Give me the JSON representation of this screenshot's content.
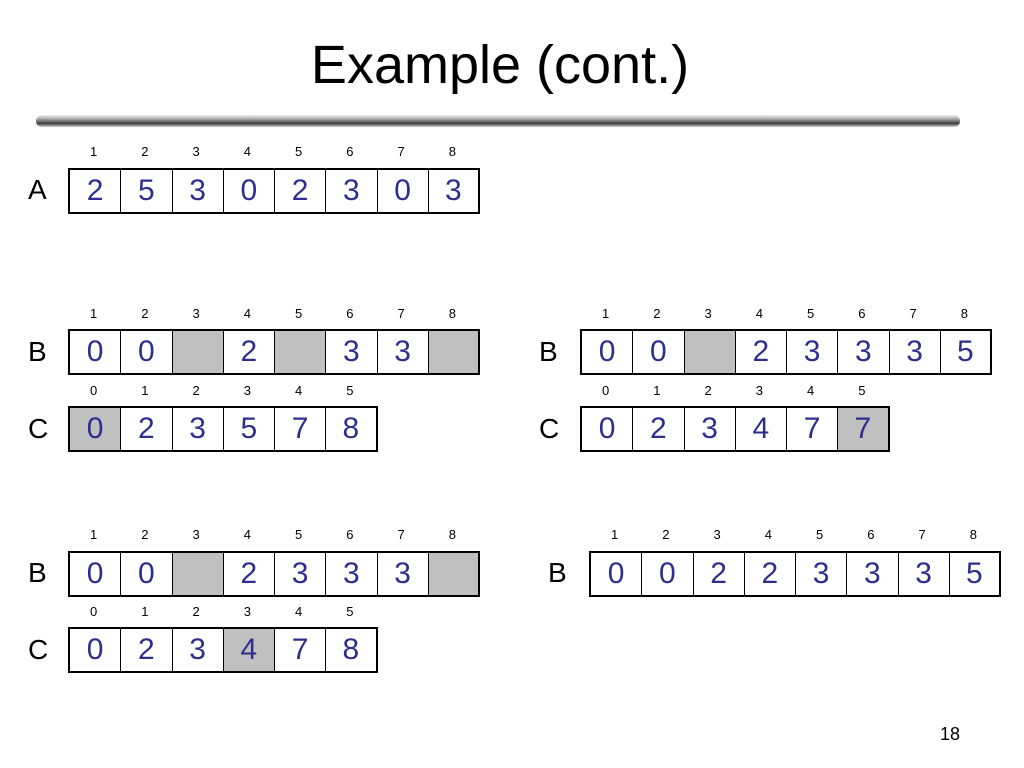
{
  "slide": {
    "title": "Example (cont.)",
    "page_number": "18"
  },
  "arrays": [
    {
      "id": "A1",
      "label": "A",
      "index_labels": [
        "1",
        "2",
        "3",
        "4",
        "5",
        "6",
        "7",
        "8"
      ],
      "cells": [
        {
          "value": "2",
          "shaded": false
        },
        {
          "value": "5",
          "shaded": false
        },
        {
          "value": "3",
          "shaded": false
        },
        {
          "value": "0",
          "shaded": false
        },
        {
          "value": "2",
          "shaded": false
        },
        {
          "value": "3",
          "shaded": false
        },
        {
          "value": "0",
          "shaded": false
        },
        {
          "value": "3",
          "shaded": false
        }
      ]
    },
    {
      "id": "B1",
      "label": "B",
      "index_labels": [
        "1",
        "2",
        "3",
        "4",
        "5",
        "6",
        "7",
        "8"
      ],
      "cells": [
        {
          "value": "0",
          "shaded": false
        },
        {
          "value": "0",
          "shaded": false
        },
        {
          "value": "",
          "shaded": true
        },
        {
          "value": "2",
          "shaded": false
        },
        {
          "value": "",
          "shaded": true
        },
        {
          "value": "3",
          "shaded": false
        },
        {
          "value": "3",
          "shaded": false
        },
        {
          "value": "",
          "shaded": true
        }
      ]
    },
    {
      "id": "C1",
      "label": "C",
      "index_labels": [
        "0",
        "1",
        "2",
        "3",
        "4",
        "5"
      ],
      "cells": [
        {
          "value": "0",
          "shaded": true
        },
        {
          "value": "2",
          "shaded": false
        },
        {
          "value": "3",
          "shaded": false
        },
        {
          "value": "5",
          "shaded": false
        },
        {
          "value": "7",
          "shaded": false
        },
        {
          "value": "8",
          "shaded": false
        }
      ]
    },
    {
      "id": "B2",
      "label": "B",
      "index_labels": [
        "1",
        "2",
        "3",
        "4",
        "5",
        "6",
        "7",
        "8"
      ],
      "cells": [
        {
          "value": "0",
          "shaded": false
        },
        {
          "value": "0",
          "shaded": false
        },
        {
          "value": "",
          "shaded": true
        },
        {
          "value": "2",
          "shaded": false
        },
        {
          "value": "3",
          "shaded": false
        },
        {
          "value": "3",
          "shaded": false
        },
        {
          "value": "3",
          "shaded": false
        },
        {
          "value": "5",
          "shaded": false
        }
      ]
    },
    {
      "id": "C2",
      "label": "C",
      "index_labels": [
        "0",
        "1",
        "2",
        "3",
        "4",
        "5"
      ],
      "cells": [
        {
          "value": "0",
          "shaded": false
        },
        {
          "value": "2",
          "shaded": false
        },
        {
          "value": "3",
          "shaded": false
        },
        {
          "value": "4",
          "shaded": false
        },
        {
          "value": "7",
          "shaded": false
        },
        {
          "value": "7",
          "shaded": true
        }
      ]
    },
    {
      "id": "B3",
      "label": "B",
      "index_labels": [
        "1",
        "2",
        "3",
        "4",
        "5",
        "6",
        "7",
        "8"
      ],
      "cells": [
        {
          "value": "0",
          "shaded": false
        },
        {
          "value": "0",
          "shaded": false
        },
        {
          "value": "",
          "shaded": true
        },
        {
          "value": "2",
          "shaded": false
        },
        {
          "value": "3",
          "shaded": false
        },
        {
          "value": "3",
          "shaded": false
        },
        {
          "value": "3",
          "shaded": false
        },
        {
          "value": "",
          "shaded": true
        }
      ]
    },
    {
      "id": "C3",
      "label": "C",
      "index_labels": [
        "0",
        "1",
        "2",
        "3",
        "4",
        "5"
      ],
      "cells": [
        {
          "value": "0",
          "shaded": false
        },
        {
          "value": "2",
          "shaded": false
        },
        {
          "value": "3",
          "shaded": false
        },
        {
          "value": "4",
          "shaded": true
        },
        {
          "value": "7",
          "shaded": false
        },
        {
          "value": "8",
          "shaded": false
        }
      ]
    },
    {
      "id": "B4",
      "label": "B",
      "index_labels": [
        "1",
        "2",
        "3",
        "4",
        "5",
        "6",
        "7",
        "8"
      ],
      "cells": [
        {
          "value": "0",
          "shaded": false
        },
        {
          "value": "0",
          "shaded": false
        },
        {
          "value": "2",
          "shaded": false
        },
        {
          "value": "2",
          "shaded": false
        },
        {
          "value": "3",
          "shaded": false
        },
        {
          "value": "3",
          "shaded": false
        },
        {
          "value": "3",
          "shaded": false
        },
        {
          "value": "5",
          "shaded": false
        }
      ]
    }
  ],
  "colors": {
    "cell_text": "#2e2e8f",
    "shaded_cell": "#c0c0c0"
  }
}
